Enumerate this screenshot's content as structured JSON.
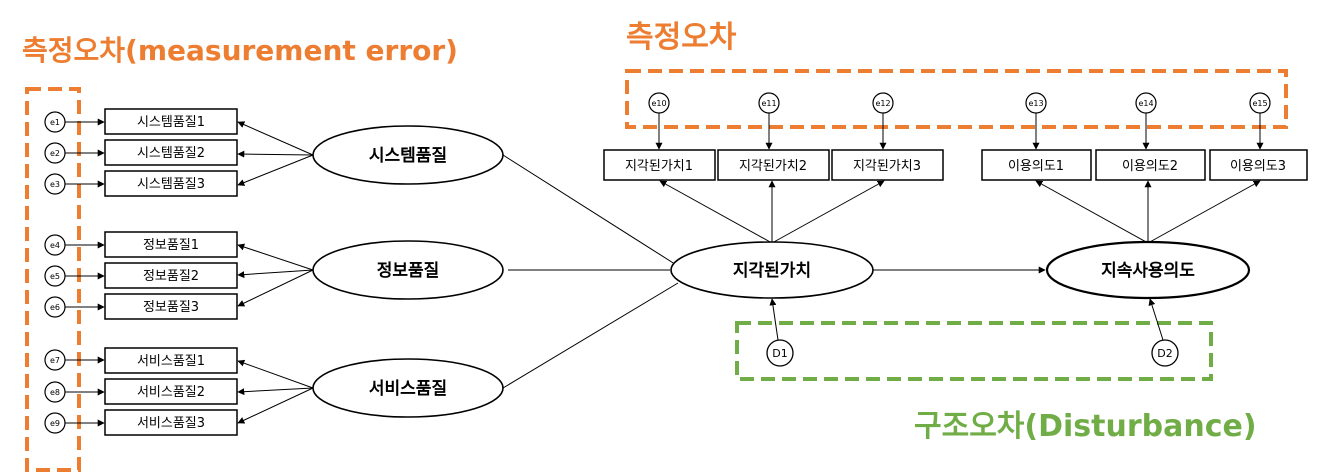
{
  "colors": {
    "measurement": "#ED7D31",
    "disturbance": "#70AD47",
    "line": "#000000"
  },
  "annotations": {
    "measurement_left": "측정오차(measurement error)",
    "measurement_top": "측정오차",
    "disturbance": "구조오차(Disturbance)"
  },
  "latent": {
    "system": "시스템품질",
    "info": "정보품질",
    "service": "서비스품질",
    "value": "지각된가치",
    "intent": "지속사용의도"
  },
  "indicators": {
    "system": [
      "시스템품질1",
      "시스템품질2",
      "시스템품질3"
    ],
    "info": [
      "정보품질1",
      "정보품질2",
      "정보품질3"
    ],
    "service": [
      "서비스품질1",
      "서비스품질2",
      "서비스품질3"
    ],
    "value": [
      "지각된가치1",
      "지각된가치2",
      "지각된가치3"
    ],
    "intent": [
      "이용의도1",
      "이용의도2",
      "이용의도3"
    ]
  },
  "errors": [
    "e1",
    "e2",
    "e3",
    "e4",
    "e5",
    "e6",
    "e7",
    "e8",
    "e9",
    "e10",
    "e11",
    "e12",
    "e13",
    "e14",
    "e15"
  ],
  "disturbances": [
    "D1",
    "D2"
  ]
}
